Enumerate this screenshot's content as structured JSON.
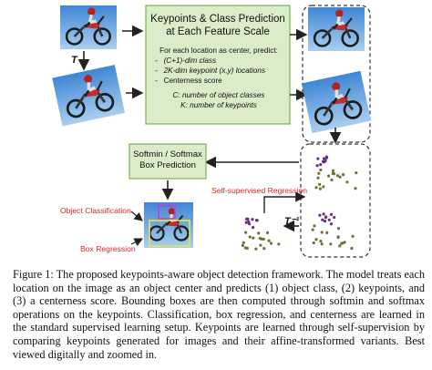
{
  "figure": {
    "center_box": {
      "title_line1": "Keypoints & Class Prediction",
      "title_line2": "at Each Feature Scale",
      "intro": "For each location as center, predict:",
      "item1": "(C+1)-dim class",
      "item2": "2K-dim keypoint  (x,y) locations",
      "item3": "Centerness score",
      "note1": "C: number of object classes",
      "note2": "K: number of keypoints"
    },
    "softmin_box": {
      "line1": "Softmin / Softmax",
      "line2": "Box Prediction"
    },
    "labels": {
      "transform_T": "T",
      "transform_T_inverse": "T⁻¹",
      "self_supervised": "Self-supervised Regression",
      "object_classification": "Object Classification",
      "box_regression": "Box Regression"
    },
    "colors": {
      "green_box_fill": "#dbecc9",
      "green_box_border": "#77b354",
      "red_label": "#d42a2a",
      "keypoint_purple": "#6a2f86",
      "keypoint_olive": "#6f7238",
      "sky_blue": "#5d9fde"
    }
  },
  "caption": {
    "label": "Figure 1:",
    "text": "The proposed keypoints-aware object detection framework. The model treats each location on the image as an object center and predicts (1) object class, (2) keypoints, and (3) a centerness score. Bounding boxes are then computed through softmin and softmax operations on the keypoints. Classification, box regression, and centerness are learned in the standard supervised learning setup. Keypoints are learned through self-supervision by comparing keypoints generated for images and their affine-transformed variants. Best viewed digitally and zoomed in."
  }
}
